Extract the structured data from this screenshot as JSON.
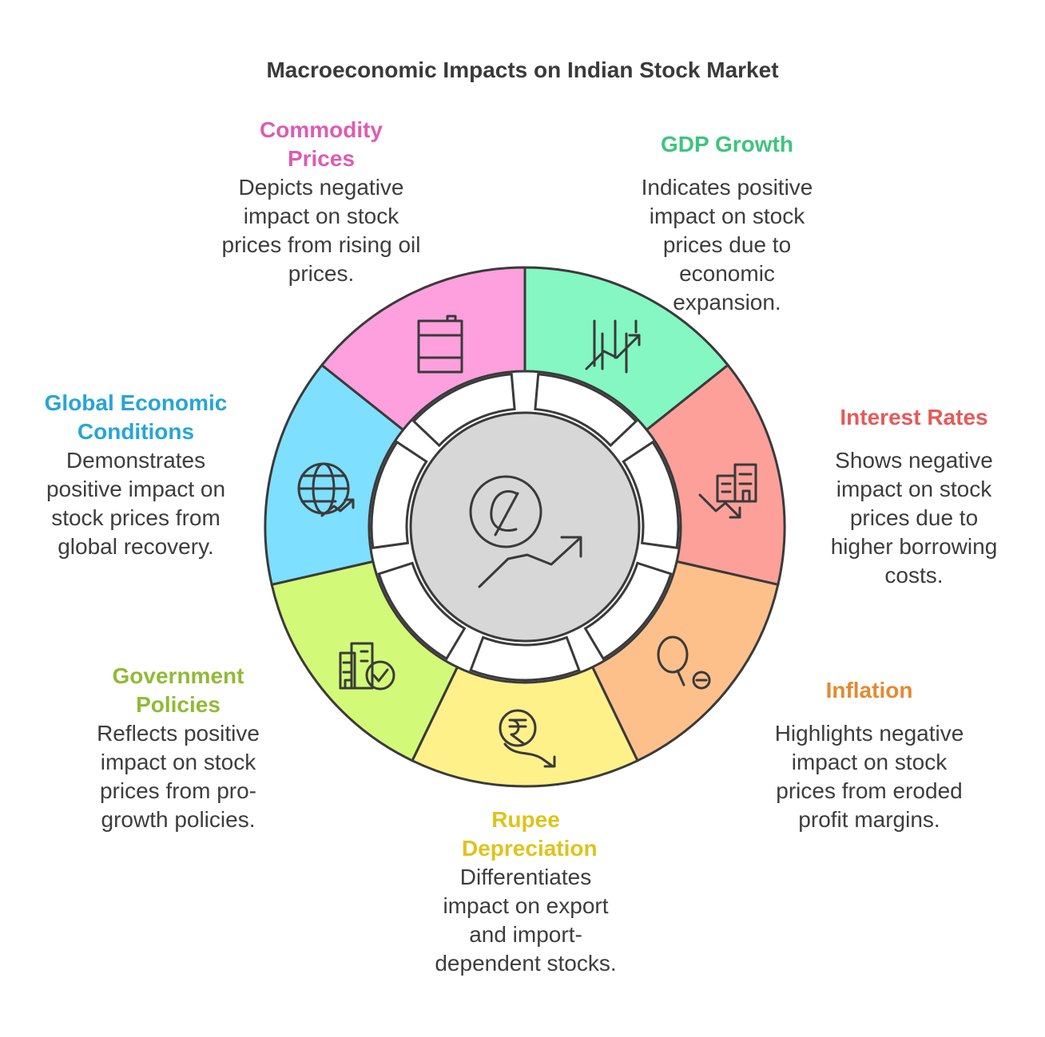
{
  "title": "Macroeconomic Impacts on Indian Stock Market",
  "center_icon": "rupee-trend-icon",
  "segments": [
    {
      "key": "gdp",
      "heading": "GDP Growth",
      "description": "Indicates positive impact on stock prices due to economic expansion.",
      "color": "#84f7c3",
      "heading_color": "#3ec47e",
      "icon": "chart-trend-up-icon"
    },
    {
      "key": "interest",
      "heading": "Interest Rates",
      "description": "Shows negative impact on stock prices due to higher borrowing costs.",
      "color": "#fda09a",
      "heading_color": "#e55a58",
      "icon": "building-trend-down-icon"
    },
    {
      "key": "inflation",
      "heading": "Inflation",
      "description": "Highlights negative impact on stock prices from eroded profit margins.",
      "color": "#fec08b",
      "heading_color": "#e38a30",
      "icon": "balloon-money-icon"
    },
    {
      "key": "rupee",
      "heading": "Rupee Depreciation",
      "description": "Differentiates impact on export and import-dependent stocks.",
      "color": "#fff18a",
      "heading_color": "#dfc31b",
      "icon": "rupee-trend-down-icon"
    },
    {
      "key": "gov",
      "heading": "Government Policies",
      "description": "Reflects positive impact on stock prices from pro-growth policies.",
      "color": "#d3f978",
      "heading_color": "#92ba35",
      "icon": "building-check-icon"
    },
    {
      "key": "global",
      "heading": "Global Economic Conditions",
      "description": "Demonstrates positive impact on stock prices from global recovery.",
      "color": "#7fdffe",
      "heading_color": "#27a5d6",
      "icon": "globe-trend-icon"
    },
    {
      "key": "commodity",
      "heading": "Commodity Prices",
      "description": "Depicts negative impact on stock prices from rising oil prices.",
      "color": "#fda0dd",
      "heading_color": "#dd5cb2",
      "icon": "oil-barrel-icon"
    }
  ]
}
